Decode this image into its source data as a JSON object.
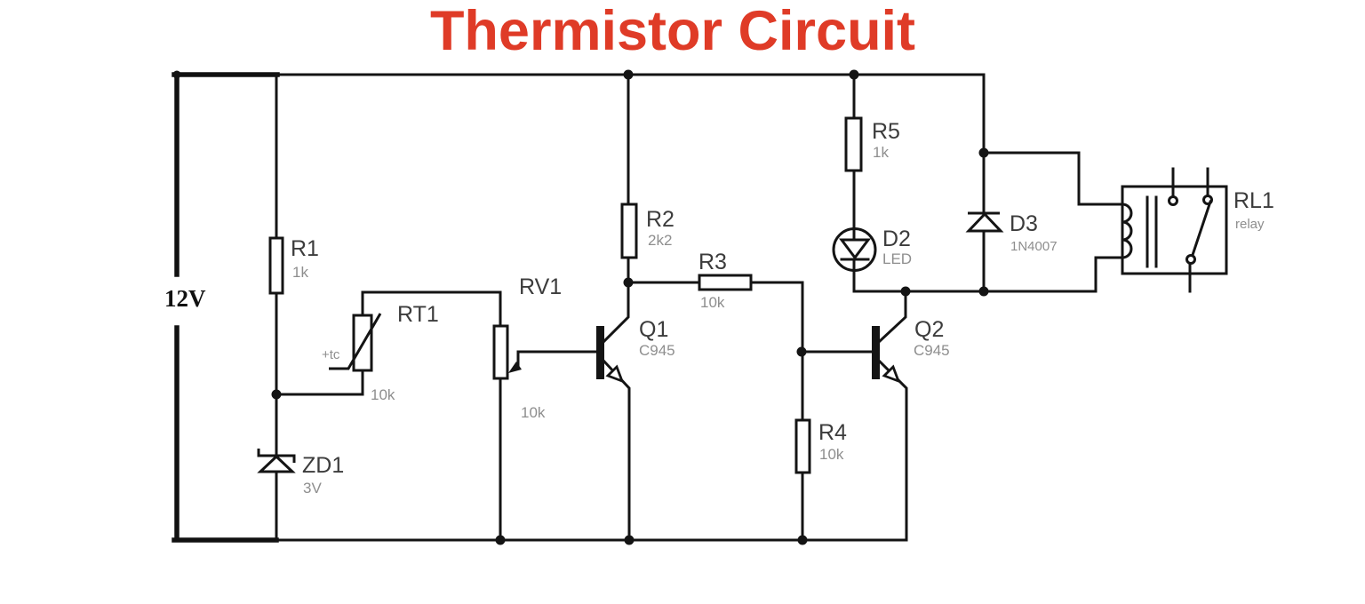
{
  "title": "Thermistor Circuit",
  "colors": {
    "title": "#df3b27",
    "wire": "#141414",
    "label": "#3c3c3c",
    "sublabel": "#8e8e8e",
    "background": "#ffffff"
  },
  "supply": {
    "label": "12V"
  },
  "components": {
    "r1": {
      "ref": "R1",
      "value": "1k"
    },
    "rt1": {
      "ref": "RT1",
      "value": "10k",
      "coefficient": "+tc"
    },
    "rv1": {
      "ref": "RV1",
      "value": "10k"
    },
    "zd1": {
      "ref": "ZD1",
      "value": "3V"
    },
    "r2": {
      "ref": "R2",
      "value": "2k2"
    },
    "r3": {
      "ref": "R3",
      "value": "10k"
    },
    "r4": {
      "ref": "R4",
      "value": "10k"
    },
    "r5": {
      "ref": "R5",
      "value": "1k"
    },
    "q1": {
      "ref": "Q1",
      "value": "C945"
    },
    "q2": {
      "ref": "Q2",
      "value": "C945"
    },
    "d2": {
      "ref": "D2",
      "value": "LED"
    },
    "d3": {
      "ref": "D3",
      "value": "1N4007"
    },
    "rl1": {
      "ref": "RL1",
      "value": "relay"
    }
  }
}
